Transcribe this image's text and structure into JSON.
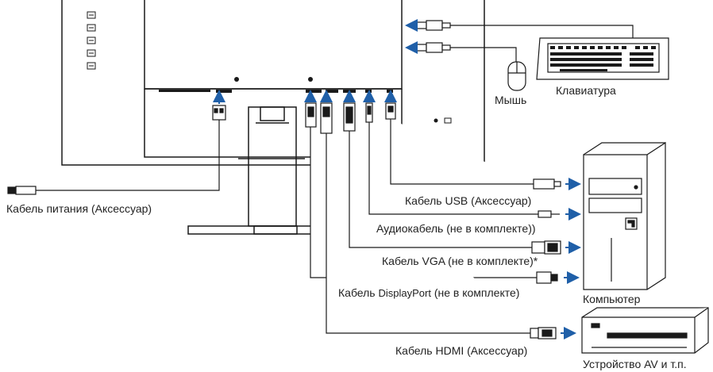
{
  "labels": {
    "keyboard": "Клавиатура",
    "mouse": "Мышь",
    "computer": "Компьютер",
    "av_device": "Устройство AV и т.п.",
    "power_cable": "Кабель питания (Аксессуар)",
    "usb_cable": "Кабель USB (Аксессуар)",
    "audio_cable": "Аудиокабель (не в комплекте))",
    "vga_cable": "Кабель VGA (не в комплекте)*",
    "displayport_cable_prefix": "Кабель ",
    "displayport_cable_name": "DisplayPort",
    "displayport_cable_suffix": " (не в комплекте)",
    "hdmi_cable": "Кабель HDMI (Аксессуар)"
  },
  "colors": {
    "line": "#1a1a1a",
    "arrow": "#1f5fa8",
    "fill_light": "#ffffff"
  }
}
